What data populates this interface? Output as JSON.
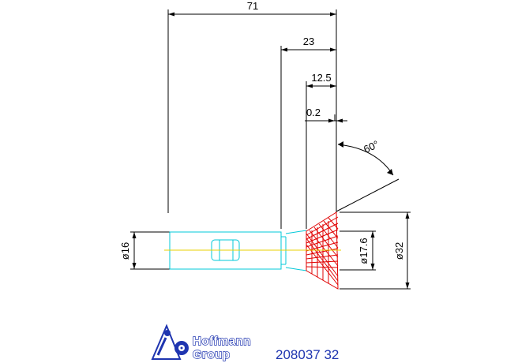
{
  "dimensions": {
    "overall_length": "71",
    "gear_length": "23",
    "tooth_length": "12.5",
    "offset": "0.2",
    "cone_angle": "60°",
    "shaft_diameter": "ø16",
    "bore_diameter": "ø17.6",
    "outer_diameter": "ø32"
  },
  "logo": {
    "line1": "Hoffmann",
    "line2": "Group"
  },
  "part_number": "208037 32",
  "colors": {
    "shaft": "#00c8d8",
    "teeth": "#e00000",
    "centerline": "#e8d000",
    "dimension": "#000000",
    "brand": "#1f35b0"
  }
}
